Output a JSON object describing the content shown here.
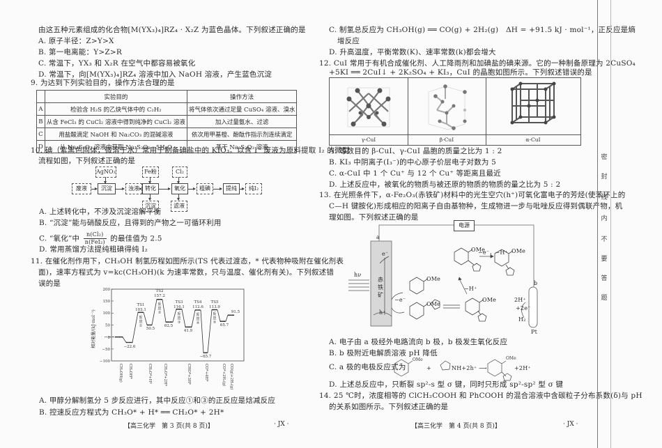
{
  "left_page": {
    "q8_tail": {
      "stem": "由这五种元素组成的化合物[M(YX₃)₄]RZ₄ · X₂Z 为蓝色晶体。下列叙述正确的是",
      "options": [
        "A. 原子半径：Z>Y>X",
        "B. 第一电离能：Y>Z>R",
        "C. 常温下，YX₃ 和 X₂R 在空气中都容易被氧化",
        "D. 常温下，向[M(YX₃)₄]RZ₄ 溶液中加入 NaOH 溶液，产生蓝色沉淀"
      ]
    },
    "q9": {
      "stem": "9. 为达到下列实验目的，操作方法合理的是",
      "table": {
        "headers": [
          "",
          "实验目的",
          "操作方法"
        ],
        "rows": [
          [
            "A",
            "检验含 H₂S 的乙炔气体中的 C₂H₂",
            "将气体依次通过足量 CuSO₄ 溶液、溴水"
          ],
          [
            "B",
            "从含 FeCl₃ 的 CuCl₂ 溶液中得到纯净的 CuCl₂ 溶液",
            "加入过量氨水、过滤"
          ],
          [
            "C",
            "用盐酸滴定 NaOH 和 Na₂CO₃ 的混碱溶液",
            "依次用甲基橙、酚酞作指示剂连续滴定"
          ],
          [
            "D",
            "从 Na₂S₂O₃ 溶液中获取 Na₂S₂O₃ · 5H₂O",
            "蒸干 Na₂S₂O₃ 溶液"
          ]
        ]
      }
    },
    "q10": {
      "stem_line1": "10. 碘（紫黑色固体，微溶于水）常用于制备碘盐中的 KIO₃。以含 I⁻ 废液为原料提取 I₂ 的微型",
      "stem_line2": "流程如图，下列叙述正确的是",
      "flow": {
        "main": [
          "废液",
          "沉淀",
          "浊液",
          "转化",
          "氧化",
          "粗碘",
          "提纯",
          "纯I₂"
        ],
        "inputs": [
          "AgNO₃",
          "Fe粉",
          "Cl₂"
        ],
        "outputs": [
          "沉淀",
          "滤液"
        ]
      },
      "options": {
        "A": "A. 上述转化中，不涉及沉淀溶解平衡",
        "B": "B. “沉淀”能与硝酸反应，且得到的产物之一可循环利用",
        "C_pre": "C. “氧化”中",
        "C_num": "n(Cl₂)",
        "C_den": "n(FeI₂)",
        "C_post": "的最佳值为 2.5",
        "D": "D. 常用蒸馏方法提纯粗碘得纯 I₂"
      }
    },
    "q11": {
      "stem_line1": "11. 在催化剂作用下，CH₃OH 制氢历程如图所示(TS 代表过渡态，* 代表物种吸附在催化剂表",
      "stem_line2": "面)，速率方程式为 v=kc(CH₃OH)(k 为速率常数，只与温度、催化剂有关)。下列叙述错",
      "stem_line3": "误的是",
      "options": [
        "A. 甲醇分解制氢分 5 步反应进行，其中反应①和③的正反应是焓减反应",
        "B. 控速反应方程式为 CH₃O* + H* ══ CH₂O* + 2H*"
      ]
    },
    "footer": {
      "center": "【高三化学　第 3 页(共 8 页)】",
      "right": "· JX ·"
    }
  },
  "right_page": {
    "q11_cont": {
      "C_line1": "C. 制氢总反应为 CH₃OH(g) ══ CO(g) + 2H₂(g)　ΔH = +91.5 kJ · mol⁻¹，正反应是熵",
      "C_line2": "增反应",
      "D": "D. 升高温度，平衡常数(K)、速率常数(k)都会增大"
    },
    "q12": {
      "stem_line1": "12. CuI 常用于有机合成催化剂、人工降雨剂和加碘盐的碘来源。它的一种制备原理为 2CuSO₄",
      "stem_line2": "+5KI ══ 2CuI↓ + 2K₂SO₄ + KI₃，CuI 的晶胞如图所示。下列叙述错误的是",
      "crystal_labels": [
        "γ-CuI",
        "β-CuI",
        "α-CuI"
      ],
      "options": [
        "A. 等数目的 β-CuI、γ-CuI 晶胞的质量之比为 1 : 2",
        "B. KI₃ 中阴离子(I₃⁻)的中心原子价层电子对数为 5",
        "C. α-CuI 中 1 个 Cu⁺ 与 12 个 Cu⁺ 等距离且最近",
        "D. 上述反应中，被氧化的物质与被还原的物质的物质的量之比为 5 : 2"
      ]
    },
    "q13": {
      "stem_line1": "13. 在光照条件下，α-Fe₂O₃(赤铁矿)材料中的光生空穴(h⁺)可氧化富电子的芳烃(使苯环上的",
      "stem_line2": "C—H 键胺化)形成相应的阳离子自由基物种，生成物进一步与吡唑反应得到偶联产物，机",
      "stem_line3": "理如图。下列叙述正确的是",
      "diagram": {
        "power_label": "电源",
        "electrode_a": "a",
        "electrode_b": "b",
        "light": "hν",
        "mineral": "赤铁矿",
        "pt": "Pt",
        "h2_label": "H₂",
        "hplus": "2H⁺",
        "e_label": "+2e⁻",
        "ome": "OMe",
        "minus_e": "−e⁻",
        "minus_h": "−H⁺",
        "step": "−e⁻，−H⁺",
        "h_hole": "h⁺",
        "e_minus": "e⁻"
      },
      "options": {
        "A": "A. 电子由 a 极经外电路流向 b 极，b 极发生氧化反应",
        "B": "B. b 极附近电解质溶液 pH 降低",
        "C_pre": "C. a 极的电极反应式为",
        "C_plus": "+",
        "C_mid": "NH+2h⁺ ⟶",
        "C_post": "+2H⁺",
        "D": "D. 上述总反应中，只断裂 sp²-s 型 σ 键，同时只形成 sp²-sp² 型 σ 键"
      }
    },
    "q14": {
      "stem_line1": "14. 25 ℃时，浓度相等的 ClCH₂COOH 和 PhCOOH 的混合溶液中含碳粒子分布系数(δ)与 pH",
      "stem_line2": "的关系如图所示。下列叙述正确的是"
    },
    "footer": {
      "center": "【高三化学　第 4 页(共 8 页)】",
      "right": "· JX ·"
    }
  },
  "margin_text": [
    "密",
    "封",
    "线",
    "内",
    "不",
    "要",
    "答",
    "题"
  ],
  "chart_data": {
    "type": "line",
    "title": "",
    "ylabel": "相对能量/(kJ·mol⁻¹)",
    "xlabel": "",
    "ylim": [
      -100,
      200
    ],
    "yticks": [
      -100,
      -50,
      0,
      50,
      100,
      150,
      200
    ],
    "categories": [
      "CH₃OH(g)",
      "CH₃OH*",
      "CH₃O*+H*",
      "CH₂O*+2H*",
      "CHO*+3H*",
      "CO*+4H*",
      "CO*+2H₂(g)",
      "CO(g)+2H₂(g)"
    ],
    "intermediate_energies": [
      0,
      -22.6,
      50.5,
      62.5,
      41.9,
      -65.7,
      65.7,
      91.5
    ],
    "transition_states": [
      {
        "name": "TS1",
        "value": 103.1,
        "step": "反应①"
      },
      {
        "name": "TS2",
        "value": 157.2,
        "step": "反应②"
      },
      {
        "name": "TS3",
        "value": 116.1,
        "step": "反应③"
      },
      {
        "name": "TS4",
        "value": 112.6,
        "step": "反应④"
      },
      {
        "name": "TS5",
        "value": 113.9,
        "step": "反应⑤"
      }
    ],
    "labels": [
      "-22.6",
      "103.1",
      "50.5",
      "157.2",
      "62.5",
      "116.1",
      "41.9",
      "112.6",
      "-65.7",
      "113.9",
      "65.7",
      "91.5"
    ],
    "grid": false,
    "legend": null
  }
}
